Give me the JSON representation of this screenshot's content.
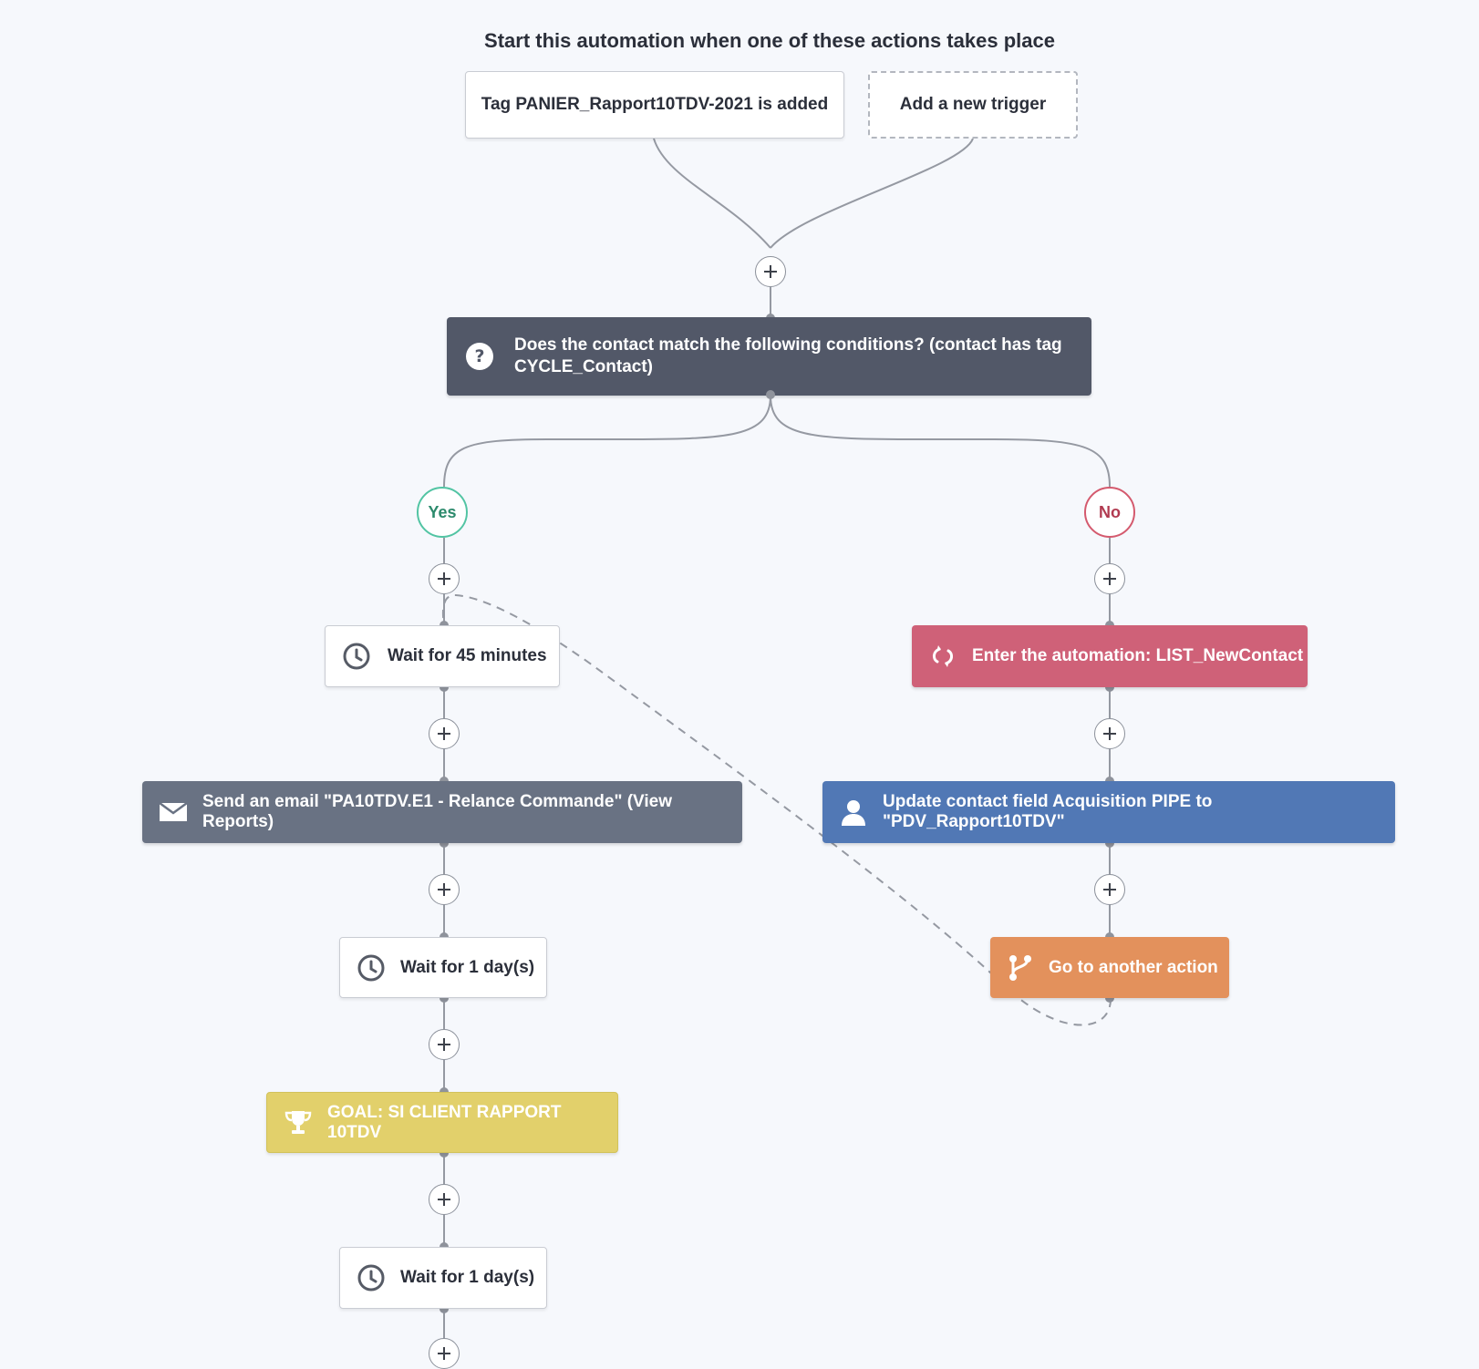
{
  "header": {
    "title": "Start this automation when one of these actions takes place"
  },
  "triggers": [
    {
      "label": "Tag PANIER_Rapport10TDV-2021 is added"
    },
    {
      "label": "Add a new trigger"
    }
  ],
  "condition": {
    "line1": "Does the contact match the following conditions? (contact has tag",
    "line2": "CYCLE_Contact)",
    "icon": "question-icon"
  },
  "branches": {
    "yes": "Yes",
    "no": "No"
  },
  "yes_steps": [
    {
      "label": "Wait for 45 minutes",
      "icon": "clock-icon"
    },
    {
      "label": "Send an email \"PA10TDV.E1 - Relance Commande\" (View Reports)",
      "icon": "envelope-icon"
    },
    {
      "label": "Wait for 1 day(s)",
      "icon": "clock-icon"
    },
    {
      "label": "GOAL: SI CLIENT RAPPORT 10TDV",
      "icon": "trophy-icon"
    },
    {
      "label": "Wait for 1 day(s)",
      "icon": "clock-icon"
    }
  ],
  "no_steps": [
    {
      "label": "Enter the automation: LIST_NewContact",
      "icon": "automation-arrows-icon"
    },
    {
      "label": "Update contact field Acquisition PIPE to \"PDV_Rapport10TDV\"",
      "icon": "person-icon"
    },
    {
      "label": "Go to another action",
      "icon": "branch-fork-icon"
    }
  ],
  "colors": {
    "background": "#f6f8fc",
    "condition": "#525868",
    "email": "#697283",
    "enter_automation": "#cf6178",
    "update_field": "#5178b5",
    "goto": "#e3915c",
    "goal": "#e2d06b",
    "yes": "#52c4a3",
    "no": "#d45a6e",
    "connector": "#8f939c"
  }
}
